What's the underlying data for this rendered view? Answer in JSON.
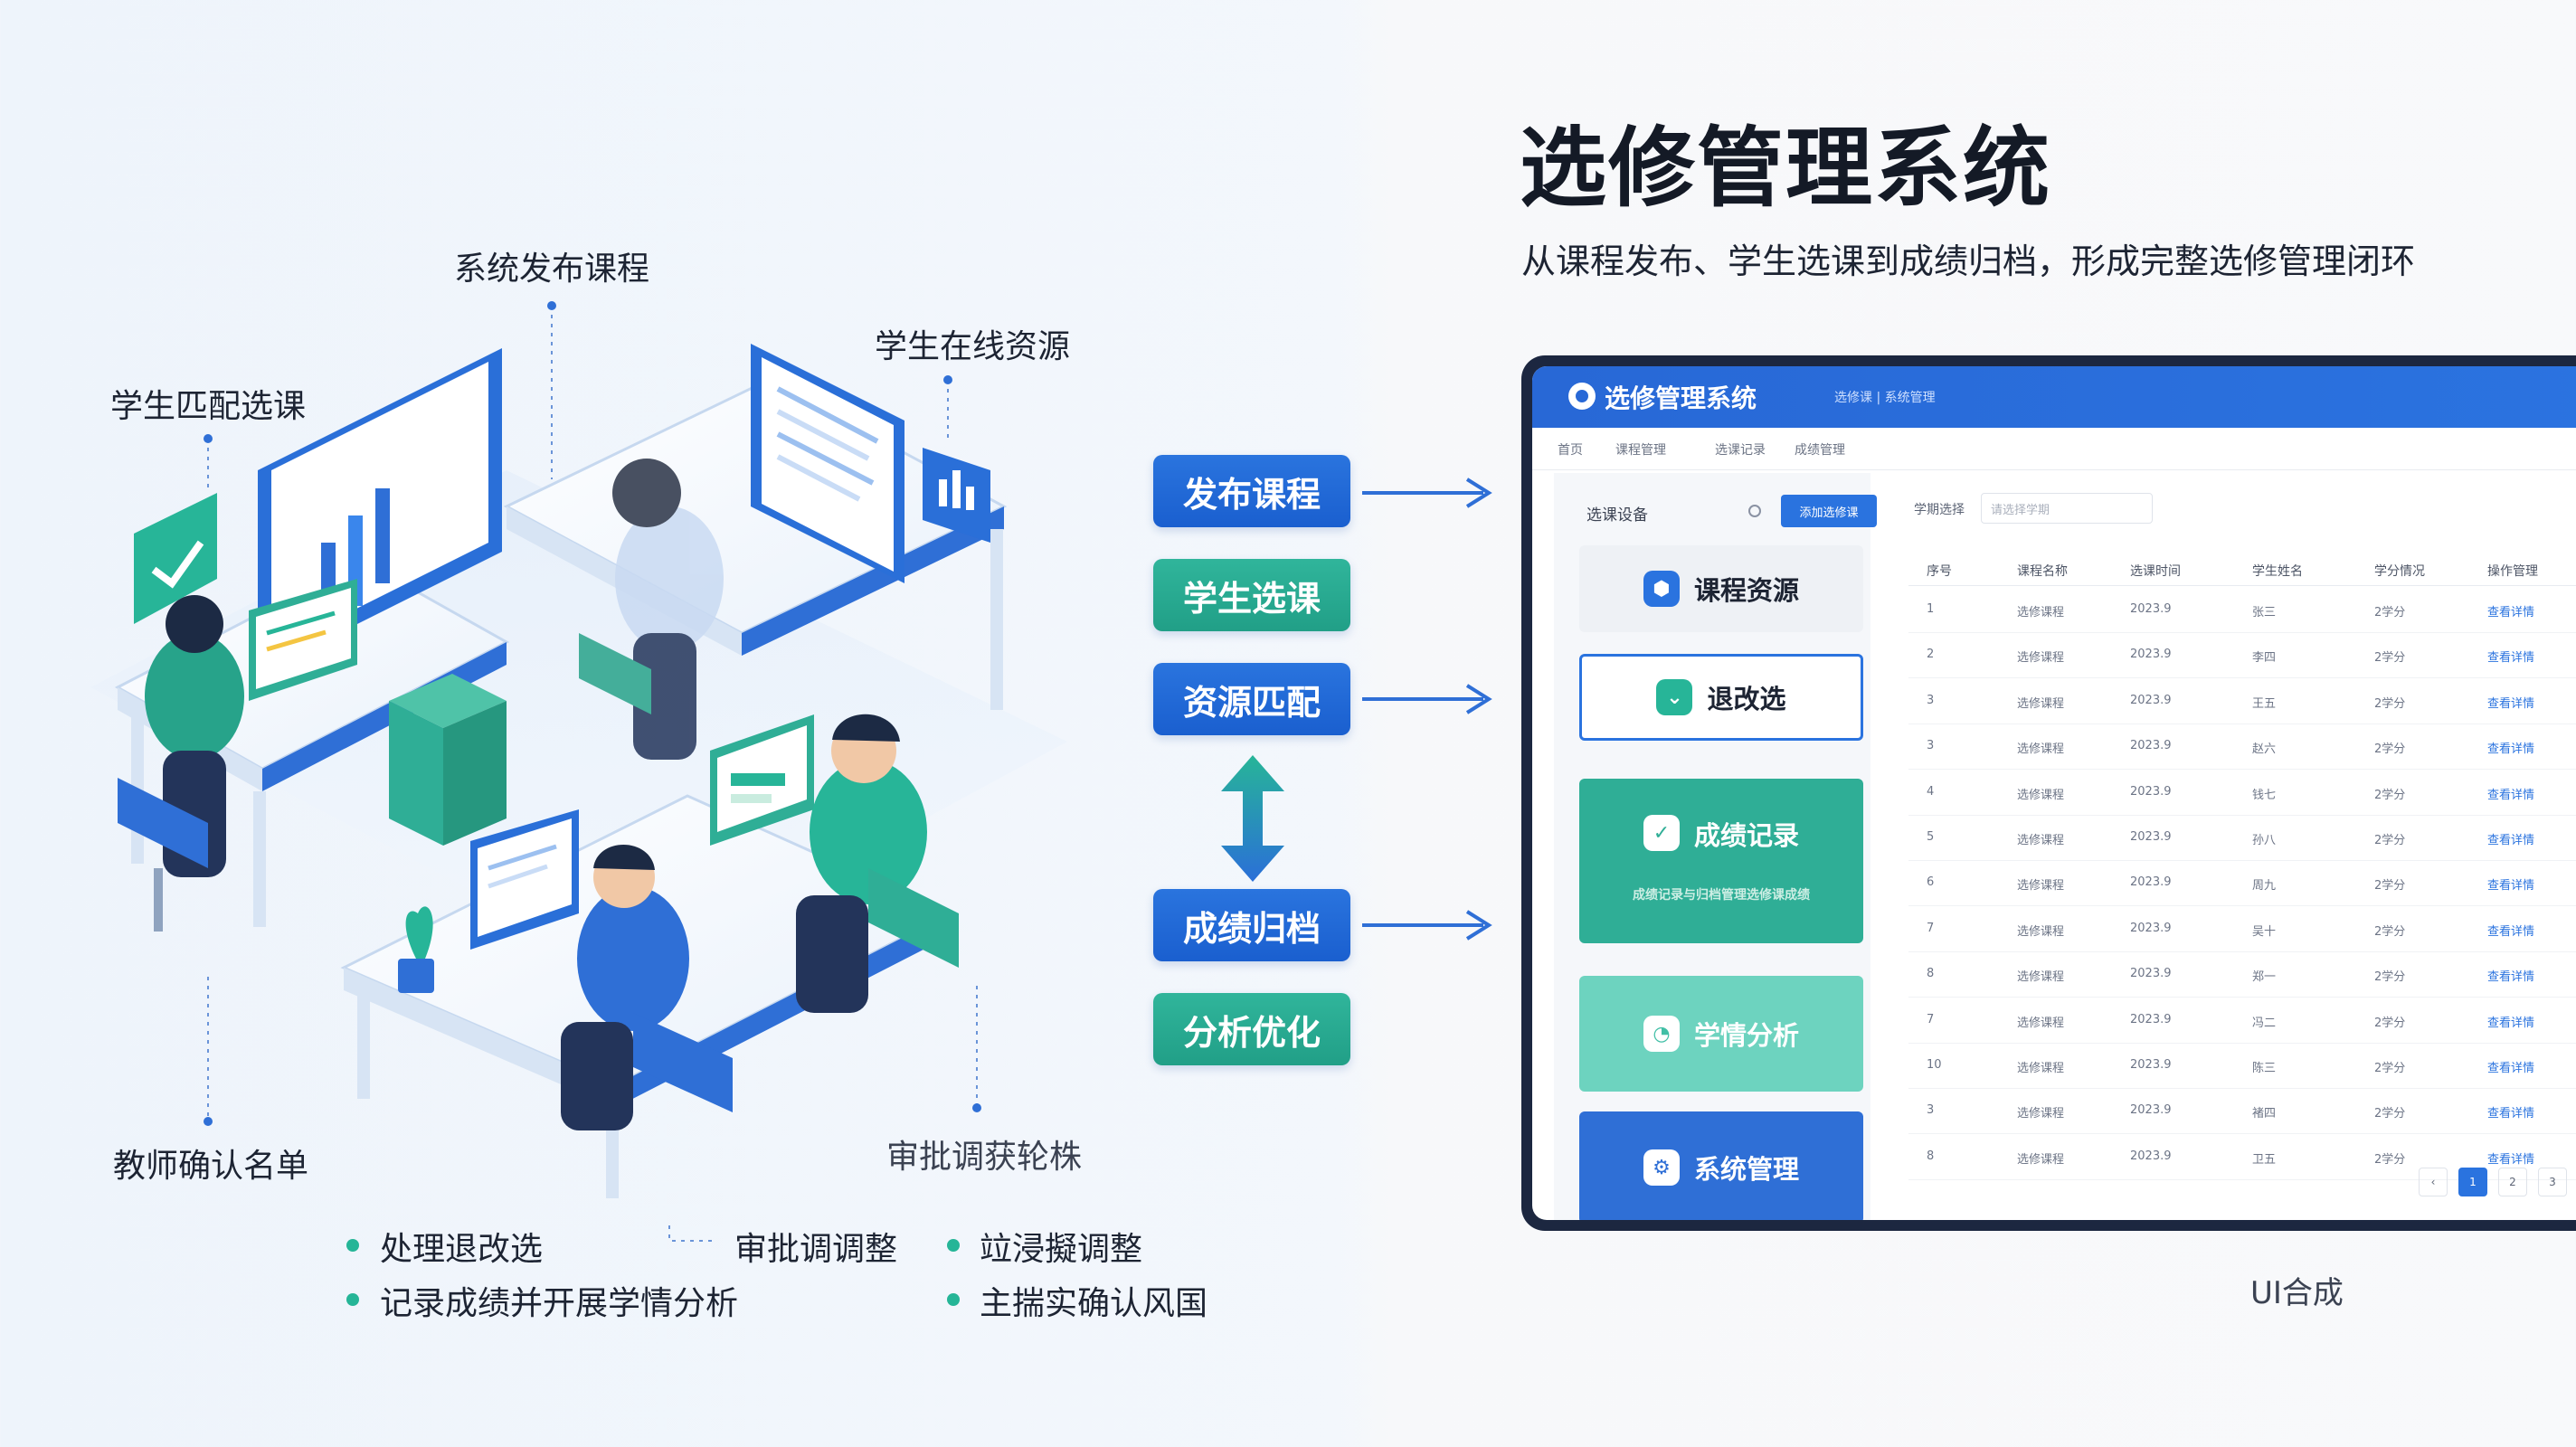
{
  "illustration": {
    "labels": {
      "publish": "系统发布课程",
      "online_resources": "学生在线资源",
      "match_select": "学生匹配选课",
      "teacher_confirm": "教师确认名单",
      "approve_garbled": "审批调获轮株"
    },
    "bullets_left": [
      "处理退改选",
      "记录成绩并开展学情分析"
    ],
    "bullet_middle": "审批调调整",
    "bullets_right": [
      "竝浸擬调整",
      "主揣实确认风国"
    ]
  },
  "flow": {
    "steps": [
      {
        "label": "发布课程",
        "color": "blue"
      },
      {
        "label": "学生选课",
        "color": "teal"
      },
      {
        "label": "资源匹配",
        "color": "blue"
      },
      {
        "label": "成绩归档",
        "color": "blue"
      },
      {
        "label": "分析优化",
        "color": "teal"
      }
    ]
  },
  "header": {
    "title": "选修管理系统",
    "subtitle": "从课程发布、学生选课到成绩归档，形成完整选修管理闭环"
  },
  "app": {
    "title": "选修管理系统",
    "subtitle": "选修课 | 系统管理",
    "nav": [
      "首页",
      "课程管理",
      "选课记录",
      "成绩管理"
    ],
    "search": {
      "placeholder": "选课设备",
      "button": "添加选修课"
    },
    "menu": [
      {
        "label": "课程资源",
        "icon": "hexagon-icon"
      },
      {
        "label": "退改选",
        "icon": "chevron-down-icon"
      },
      {
        "label": "成绩记录",
        "icon": "shield-icon",
        "note": "成绩记录与归档管理选修课成绩"
      },
      {
        "label": "学情分析",
        "icon": "chart-icon"
      },
      {
        "label": "系统管理",
        "icon": "gear-icon"
      }
    ],
    "filter": {
      "label": "学期选择",
      "placeholder": "请选择学期"
    },
    "table": {
      "headers": [
        "序号",
        "课程名称",
        "选课时间",
        "学生姓名",
        "学分情况",
        "操作管理"
      ],
      "rows": [
        [
          "1",
          "选修课程",
          "2023.9",
          "张三",
          "2学分",
          "查看详情"
        ],
        [
          "2",
          "选修课程",
          "2023.9",
          "李四",
          "2学分",
          "查看详情"
        ],
        [
          "3",
          "选修课程",
          "2023.9",
          "王五",
          "2学分",
          "查看详情"
        ],
        [
          "3",
          "选修课程",
          "2023.9",
          "赵六",
          "2学分",
          "查看详情"
        ],
        [
          "4",
          "选修课程",
          "2023.9",
          "钱七",
          "2学分",
          "查看详情"
        ],
        [
          "5",
          "选修课程",
          "2023.9",
          "孙八",
          "2学分",
          "查看详情"
        ],
        [
          "6",
          "选修课程",
          "2023.9",
          "周九",
          "2学分",
          "查看详情"
        ],
        [
          "7",
          "选修课程",
          "2023.9",
          "吴十",
          "2学分",
          "查看详情"
        ],
        [
          "8",
          "选修课程",
          "2023.9",
          "郑一",
          "2学分",
          "查看详情"
        ],
        [
          "7",
          "选修课程",
          "2023.9",
          "冯二",
          "2学分",
          "查看详情"
        ],
        [
          "10",
          "选修课程",
          "2023.9",
          "陈三",
          "2学分",
          "查看详情"
        ],
        [
          "3",
          "选修课程",
          "2023.9",
          "褚四",
          "2学分",
          "查看详情"
        ],
        [
          "8",
          "选修课程",
          "2023.9",
          "卫五",
          "2学分",
          "查看详情"
        ]
      ]
    },
    "pager": [
      "‹",
      "1",
      "2",
      "3",
      "›"
    ]
  },
  "caption": "UI合成",
  "colors": {
    "primary": "#2a73df",
    "teal": "#25b597",
    "dark": "#1c2740"
  }
}
